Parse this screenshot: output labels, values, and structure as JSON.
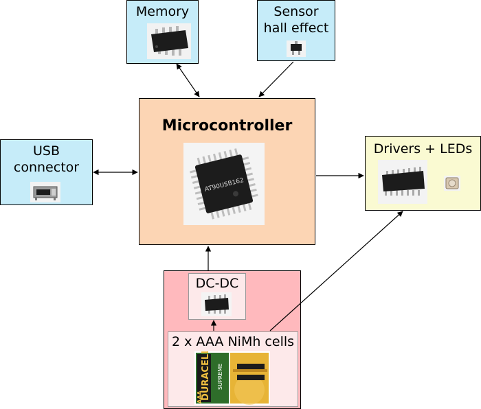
{
  "blocks": {
    "memory": {
      "label": "Memory"
    },
    "sensor": {
      "label_line1": "Sensor",
      "label_line2": "hall effect"
    },
    "usb": {
      "label_line1": "USB",
      "label_line2": "connector"
    },
    "mcu": {
      "label": "Microcontroller",
      "chip_marking": "AT90USB162"
    },
    "drivers": {
      "label": "Drivers + LEDs"
    },
    "dcdc": {
      "label": "DC-DC"
    },
    "cells": {
      "label": "2 x AAA NiMh cells",
      "brand_text": "DURACELL",
      "brand_text_2": "SUPREME",
      "type_text": "AAA"
    }
  },
  "colors": {
    "blue_block": "#c6ecf9",
    "orange_block": "#fcd5b4",
    "yellow_block": "#fafad2",
    "pink_block": "#ffb9bd",
    "white_inner": "#fde9ea",
    "chip_body": "#1c1c1c",
    "battery_green": "#2e6d2a",
    "battery_gold": "#e7b436"
  }
}
